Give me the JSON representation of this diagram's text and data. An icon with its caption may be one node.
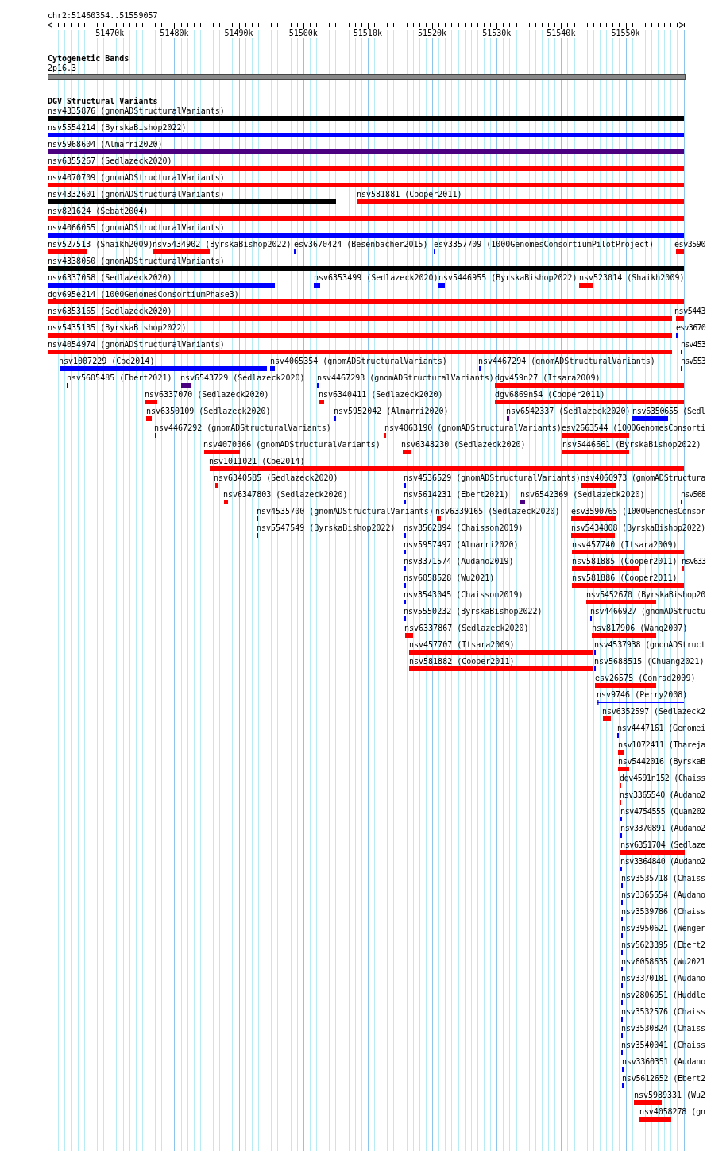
{
  "diagram": {
    "title": "chr2:51460354..51559057",
    "labels": [
      "51470k",
      "51480k",
      "51490k",
      "51500k",
      "51510k",
      "51520k",
      "51530k",
      "51540k",
      "51550k",
      "Cytogenetic Bands",
      "2p16.3",
      "DGV Structural Variants",
      "nsv4335876 (gnomADStructuralVariants)",
      "nsv5554214 (ByrskaBishop2022)",
      "nsv5968604 (Almarri2020)",
      "nsv6355267 (Sedlazeck2020)",
      "nsv4070709 (gnomADStructuralVariants)",
      "nsv4332601 (gnomADStructuralVariants)",
      "nsv581881 (Cooper2011)",
      "nsv821624 (Sebat2004)",
      "nsv4066055 (gnomADStructuralVariants)",
      "nsv527513 (Shaikh2009)",
      "nsv5434902 (ByrskaBishop2022)",
      "esv3670424 (Besenbacher2015)",
      "esv3357709 (1000GenomesConsortiumPilotProject)",
      "esv3590",
      "nsv4338050 (gnomADStructuralVariants)",
      "nsv6337058 (Sedlazeck2020)",
      "nsv6353499 (Sedlazeck2020)",
      "nsv5446955 (ByrskaBishop2022)",
      "nsv523014 (Shaikh2009)",
      "dgv695e214 (1000GenomesConsortiumPhase3)",
      "nsv6353165 (Sedlazeck2020)",
      "nsv5443",
      "nsv5435135 (ByrskaBishop2022)",
      "esv3670",
      "nsv4054974 (gnomADStructuralVariants)",
      "nsv453",
      "nsv1007229 (Coe2014)",
      "nsv4065354 (gnomADStructuralVariants)",
      "nsv4467294 (gnomADStructuralVariants)",
      "nsv553",
      "nsv5605485 (Ebert2021)",
      "nsv6543729 (Sedlazeck2020)",
      "nsv4467293 (gnomADStructuralVariants)",
      "dgv459n27 (Itsara2009)",
      "nsv6337070 (Sedlazeck2020)",
      "nsv6340411 (Sedlazeck2020)",
      "dgv6869n54 (Cooper2011)",
      "nsv6350109 (Sedlazeck2020)",
      "nsv5952042 (Almarri2020)",
      "nsv6542337 (Sedlazeck2020)",
      "nsv6350655 (Sedl",
      "nsv4467292 (gnomADStructuralVariants)",
      "nsv4063190 (gnomADStructuralVariants)",
      "esv2663544 (1000GenomesConsorti",
      "nsv4070066 (gnomADStructuralVariants)",
      "nsv6348230 (Sedlazeck2020)",
      "nsv5446661 (ByrskaBishop2022)",
      "nsv1011021 (Coe2014)",
      "nsv6340585 (Sedlazeck2020)",
      "nsv4536529 (gnomADStructuralVariants)",
      "nsv4060973 (gnomADStructura",
      "nsv6347803 (Sedlazeck2020)",
      "nsv5614231 (Ebert2021)",
      "nsv6542369 (Sedlazeck2020)",
      "nsv568",
      "nsv4535700 (gnomADStructuralVariants)",
      "nsv6339165 (Sedlazeck2020)",
      "esv3590765 (1000GenomesConsor",
      "nsv5547549 (ByrskaBishop2022)",
      "nsv3562894 (Chaisson2019)",
      "nsv5434808 (ByrskaBishop2022)",
      "nsv5957497 (Almarri2020)",
      "nsv457740 (Itsara2009)",
      "nsv3371574 (Audano2019)",
      "nsv581885 (Cooper2011)",
      "nsv633",
      "nsv6058528 (Wu2021)",
      "nsv581886 (Cooper2011)",
      "nsv3543045 (Chaisson2019)",
      "nsv5452670 (ByrskaBishop20",
      "nsv5550232 (ByrskaBishop2022)",
      "nsv4466927 (gnomADStructu",
      "nsv6337867 (Sedlazeck2020)",
      "nsv817906 (Wang2007)",
      "nsv457707 (Itsara2009)",
      "nsv4537938 (gnomADStruct",
      "nsv581882 (Cooper2011)",
      "nsv5688515 (Chuang2021)",
      "esv26575 (Conrad2009)",
      "nsv9746 (Perry2008)",
      "nsv6352597 (Sedlazeck2",
      "nsv4447161 (Genomei",
      "nsv1072411 (Thareja",
      "nsv5442016 (ByrskaB",
      "dgv4591n152 (Chaiss",
      "nsv3365540 (Audano2",
      "nsv4754555 (Quan202",
      "nsv3370891 (Audano2",
      "nsv6351704 (Sedlaze",
      "nsv3364840 (Audano2",
      "nsv3535718 (Chaiss",
      "nsv3365554 (Audano",
      "nsv3539786 (Chaiss",
      "nsv3950621 (Wenger",
      "nsv5623395 (Ebert2",
      "nsv6058635 (Wu2021",
      "nsv3370181 (Audano",
      "nsv2806951 (Huddle",
      "nsv3532576 (Chaiss",
      "nsv3530824 (Chaiss",
      "nsv3540041 (Chaiss",
      "nsv3360351 (Audano",
      "nsv5612652 (Ebert2",
      "nsv5989331 (Wu2",
      "nsv4058278 (gn"
    ]
  }
}
